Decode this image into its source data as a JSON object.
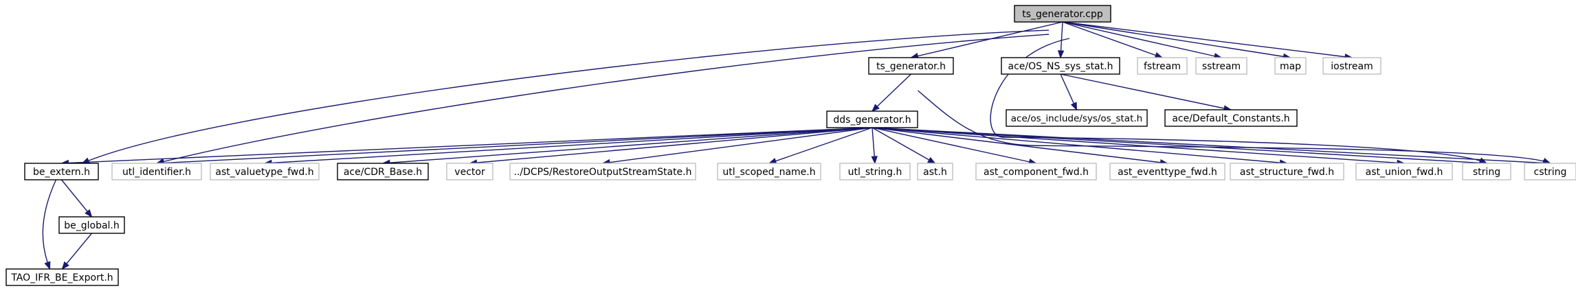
{
  "colors": {
    "edge": "#191970",
    "root_fill": "#bfbfbf",
    "documented_border": "#000000",
    "external_border": "#bfbfbf",
    "background": "#ffffff"
  },
  "nodes": [
    {
      "id": "ts_generator_cpp",
      "label": "ts_generator.cpp",
      "kind": "root"
    },
    {
      "id": "ts_generator_h",
      "label": "ts_generator.h",
      "kind": "documented"
    },
    {
      "id": "os_ns_sys_stat",
      "label": "ace/OS_NS_sys_stat.h",
      "kind": "documented"
    },
    {
      "id": "fstream",
      "label": "fstream",
      "kind": "external"
    },
    {
      "id": "sstream",
      "label": "sstream",
      "kind": "external"
    },
    {
      "id": "map",
      "label": "map",
      "kind": "external"
    },
    {
      "id": "iostream",
      "label": "iostream",
      "kind": "external"
    },
    {
      "id": "dds_generator",
      "label": "dds_generator.h",
      "kind": "documented"
    },
    {
      "id": "os_include_stat",
      "label": "ace/os_include/sys/os_stat.h",
      "kind": "documented"
    },
    {
      "id": "default_constants",
      "label": "ace/Default_Constants.h",
      "kind": "documented"
    },
    {
      "id": "be_extern",
      "label": "be_extern.h",
      "kind": "documented"
    },
    {
      "id": "utl_identifier",
      "label": "utl_identifier.h",
      "kind": "external"
    },
    {
      "id": "ast_valuetype_fwd",
      "label": "ast_valuetype_fwd.h",
      "kind": "external"
    },
    {
      "id": "cdr_base",
      "label": "ace/CDR_Base.h",
      "kind": "documented"
    },
    {
      "id": "vector",
      "label": "vector",
      "kind": "external"
    },
    {
      "id": "restore_stream",
      "label": "../DCPS/RestoreOutputStreamState.h",
      "kind": "external"
    },
    {
      "id": "utl_scoped_name",
      "label": "utl_scoped_name.h",
      "kind": "external"
    },
    {
      "id": "utl_string",
      "label": "utl_string.h",
      "kind": "external"
    },
    {
      "id": "ast_h",
      "label": "ast.h",
      "kind": "external"
    },
    {
      "id": "ast_component_fwd",
      "label": "ast_component_fwd.h",
      "kind": "external"
    },
    {
      "id": "ast_eventtype_fwd",
      "label": "ast_eventtype_fwd.h",
      "kind": "external"
    },
    {
      "id": "ast_structure_fwd",
      "label": "ast_structure_fwd.h",
      "kind": "external"
    },
    {
      "id": "ast_union_fwd",
      "label": "ast_union_fwd.h",
      "kind": "external"
    },
    {
      "id": "string",
      "label": "string",
      "kind": "external"
    },
    {
      "id": "cstring",
      "label": "cstring",
      "kind": "external"
    },
    {
      "id": "be_global",
      "label": "be_global.h",
      "kind": "documented"
    },
    {
      "id": "tao_ifr_export",
      "label": "TAO_IFR_BE_Export.h",
      "kind": "documented"
    }
  ],
  "edges": [
    {
      "from": "ts_generator_cpp",
      "to": "ts_generator_h"
    },
    {
      "from": "ts_generator_cpp",
      "to": "os_ns_sys_stat"
    },
    {
      "from": "ts_generator_cpp",
      "to": "fstream"
    },
    {
      "from": "ts_generator_cpp",
      "to": "sstream"
    },
    {
      "from": "ts_generator_cpp",
      "to": "map"
    },
    {
      "from": "ts_generator_cpp",
      "to": "iostream"
    },
    {
      "from": "ts_generator_cpp",
      "to": "be_extern"
    },
    {
      "from": "ts_generator_cpp",
      "to": "utl_identifier"
    },
    {
      "from": "ts_generator_cpp",
      "to": "string"
    },
    {
      "from": "ts_generator_h",
      "to": "dds_generator"
    },
    {
      "from": "ts_generator_h",
      "to": "cstring"
    },
    {
      "from": "os_ns_sys_stat",
      "to": "os_include_stat"
    },
    {
      "from": "os_ns_sys_stat",
      "to": "default_constants"
    },
    {
      "from": "dds_generator",
      "to": "be_extern"
    },
    {
      "from": "dds_generator",
      "to": "utl_identifier"
    },
    {
      "from": "dds_generator",
      "to": "ast_valuetype_fwd"
    },
    {
      "from": "dds_generator",
      "to": "cdr_base"
    },
    {
      "from": "dds_generator",
      "to": "vector"
    },
    {
      "from": "dds_generator",
      "to": "restore_stream"
    },
    {
      "from": "dds_generator",
      "to": "utl_scoped_name"
    },
    {
      "from": "dds_generator",
      "to": "utl_string"
    },
    {
      "from": "dds_generator",
      "to": "ast_h"
    },
    {
      "from": "dds_generator",
      "to": "ast_component_fwd"
    },
    {
      "from": "dds_generator",
      "to": "ast_eventtype_fwd"
    },
    {
      "from": "dds_generator",
      "to": "ast_structure_fwd"
    },
    {
      "from": "dds_generator",
      "to": "ast_union_fwd"
    },
    {
      "from": "dds_generator",
      "to": "string"
    },
    {
      "from": "dds_generator",
      "to": "cstring"
    },
    {
      "from": "be_extern",
      "to": "be_global"
    },
    {
      "from": "be_extern",
      "to": "tao_ifr_export"
    },
    {
      "from": "be_global",
      "to": "tao_ifr_export"
    }
  ]
}
